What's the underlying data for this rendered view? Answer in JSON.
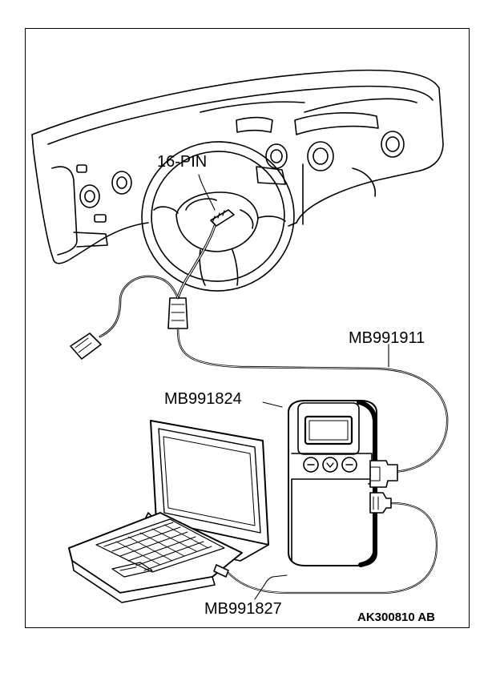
{
  "labels": {
    "connector": "16-PIN",
    "cable_main": "MB991911",
    "tester": "MB991824",
    "cable_usb": "MB991827",
    "figure_code": "AK300810 AB"
  }
}
